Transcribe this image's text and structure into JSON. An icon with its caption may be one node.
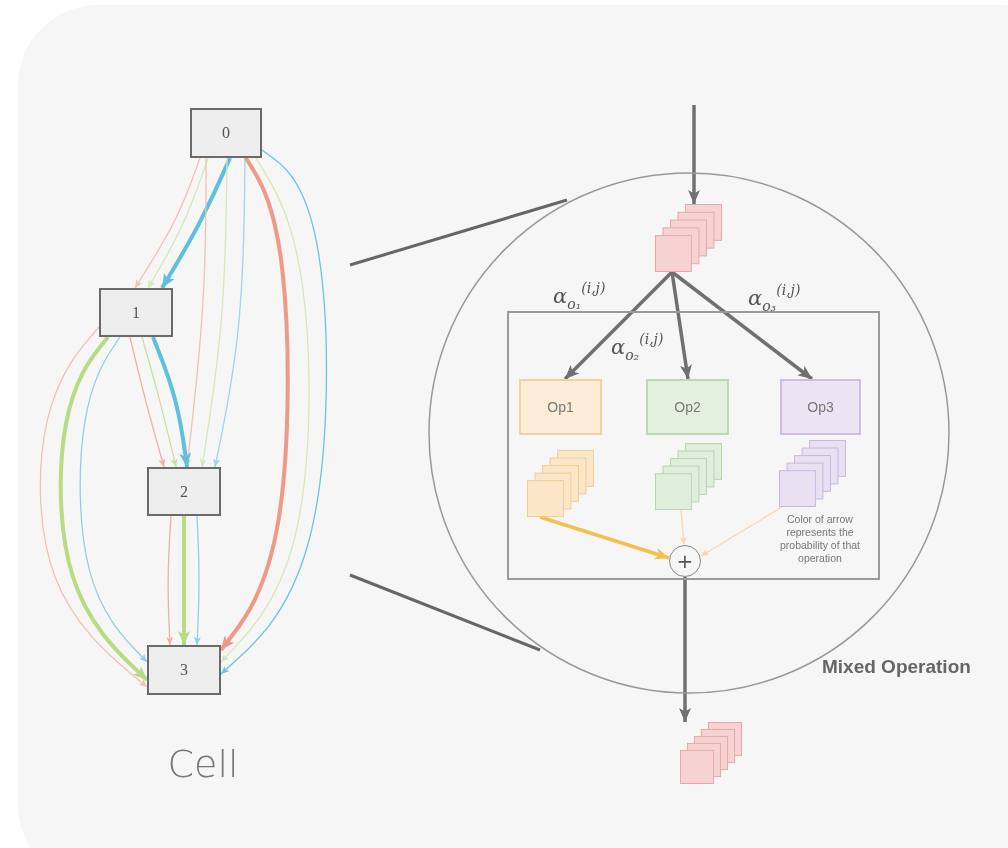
{
  "diagram": {
    "nodes": [
      {
        "text": [
          "0"
        ]
      },
      {
        "text": [
          "1"
        ]
      },
      {
        "text": [
          "2"
        ]
      },
      {
        "text": [
          "3"
        ]
      },
      {
        "text": [
          "Mixed Operation"
        ]
      },
      {
        "text": [],
        "shape": "stack",
        "in": 4
      },
      {
        "text": [],
        "shape": "box",
        "in": 4
      },
      {
        "text": [
          "Op1"
        ],
        "in": 6
      },
      {
        "text": [
          "Op2"
        ],
        "in": 6
      },
      {
        "text": [
          "Op3"
        ],
        "in": 6
      },
      {
        "text": [],
        "shape": "stack",
        "in": 6
      },
      {
        "text": [],
        "shape": "stack",
        "in": 6
      },
      {
        "text": [],
        "shape": "stack",
        "in": 6
      },
      {
        "text": [
          "+"
        ],
        "in": 6
      },
      {
        "text": [],
        "shape": "stack"
      }
    ],
    "edges": [
      {
        "from": 0,
        "to": 1,
        "arrow": "to",
        "color": "#f2c0b4"
      },
      {
        "from": 0,
        "to": 1,
        "arrow": "to",
        "color": "#d4e8b8"
      },
      {
        "from": 0,
        "to": 1,
        "arrow": "to",
        "style": "thick",
        "color": "#5ebfdf"
      },
      {
        "from": 0,
        "to": 2,
        "arrow": "to",
        "color": "#f2c0b4"
      },
      {
        "from": 0,
        "to": 2,
        "arrow": "to",
        "color": "#d4e8b8"
      },
      {
        "from": 0,
        "to": 2,
        "arrow": "to",
        "color": "#9fd6ea"
      },
      {
        "from": 0,
        "to": 3,
        "arrow": "to",
        "style": "thick",
        "color": "#ee9a88"
      },
      {
        "from": 0,
        "to": 3,
        "arrow": "to",
        "color": "#d4e8b8"
      },
      {
        "from": 0,
        "to": 3,
        "arrow": "to",
        "color": "#6cc4e2"
      },
      {
        "from": 1,
        "to": 2,
        "arrow": "to",
        "color": "#f0b0a2"
      },
      {
        "from": 1,
        "to": 2,
        "arrow": "to",
        "color": "#c6e2a0"
      },
      {
        "from": 1,
        "to": 2,
        "arrow": "to",
        "style": "thick",
        "color": "#5ebfdf"
      },
      {
        "from": 1,
        "to": 3,
        "arrow": "to",
        "color": "#f2c0b4"
      },
      {
        "from": 1,
        "to": 3,
        "arrow": "to",
        "style": "thick",
        "color": "#b8dc84"
      },
      {
        "from": 1,
        "to": 3,
        "arrow": "to",
        "color": "#8fd0e6"
      },
      {
        "from": 2,
        "to": 3,
        "arrow": "to",
        "color": "#f0b0a2"
      },
      {
        "from": 2,
        "to": 3,
        "arrow": "to",
        "style": "thick",
        "color": "#b8dc84"
      },
      {
        "from": 2,
        "to": 3,
        "arrow": "to",
        "color": "#8fd0e6"
      },
      {
        "from": null,
        "to": 5,
        "arrow": "to",
        "style": "thick"
      },
      {
        "from": 5,
        "to": 7,
        "arrow": "to",
        "style": "thick",
        "label": "α$_{o₁}$$^{(i,j)}$"
      },
      {
        "from": 5,
        "to": 8,
        "arrow": "to",
        "style": "thick",
        "label": "α$_{o₂}$$^{(i,j)}$"
      },
      {
        "from": 5,
        "to": 9,
        "arrow": "to",
        "style": "thick",
        "label": "α$_{o₃}$$^{(i,j)}$"
      },
      {
        "from": 10,
        "to": 13,
        "arrow": "to",
        "style": "thick",
        "color": "#f2c050"
      },
      {
        "from": 11,
        "to": 13,
        "arrow": "to",
        "color": "#f8d6b0"
      },
      {
        "from": 12,
        "to": 13,
        "arrow": "to",
        "color": "#f8d6b0"
      },
      {
        "from": 13,
        "to": 14,
        "arrow": "to",
        "style": "thick"
      }
    ],
    "labels": [
      "Cell",
      "Color of arrow represents the probability of that operation"
    ]
  }
}
